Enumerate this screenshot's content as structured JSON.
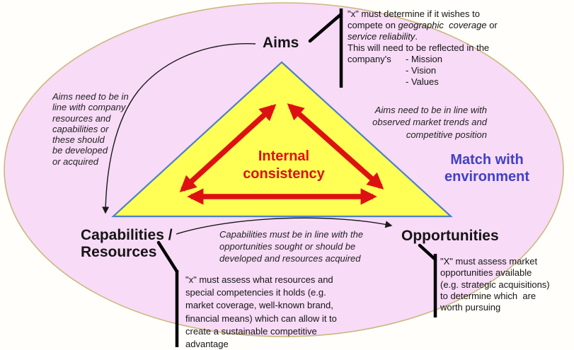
{
  "colors": {
    "oval_fill": "#f8dbf7",
    "oval_border": "#c9b87c",
    "triangle_fill": "#ffff55",
    "triangle_border": "#4d7fc8",
    "arrow_red": "#dd1111",
    "environment_blue": "#4040c8",
    "text_black": "#1a1a1a"
  },
  "nodes": {
    "aims": "Aims",
    "capabilities": "Capabilities /\nResources",
    "opportunities": "Opportunities",
    "internal_consistency": "Internal\nconsistency",
    "match_environment": "Match with\nenvironment"
  },
  "annotations": {
    "aims_capabilities": "Aims need to be in\nline with company\nresources and\ncapabilities or\nthese should\nbe developed\nor acquired",
    "aims_environment": "Aims need to be in line with\nobserved market trends and\ncompetitive position",
    "capabilities_opportunities": "Capabilities must be in line with the\nopportunities sought or should be\ndeveloped and resources acquired"
  },
  "callouts": {
    "aims": {
      "line1": "\"x\" must determine if it wishes to",
      "line2_plain": "compete on ",
      "line2_italic": "geographic  coverage",
      "line2_end": " or",
      "line3_italic": "service reliability",
      "line3_end": ".",
      "line4": "This will need to be reflected in the",
      "line5_label": "company's",
      "bullets": [
        "- Mission",
        "- Vision",
        "- Values"
      ]
    },
    "capabilities": "\"x\" must assess what resources and\nspecial competencies it holds (e.g.\nmarket coverage, well-known brand,\nfinancial means) which can allow it to\ncreate a sustainable competitive\nadvantage",
    "opportunities": "\"X\" must assess market\nopportunities available\n(e.g. strategic acquisitions)\nto determine which  are\nworth pursuing"
  }
}
